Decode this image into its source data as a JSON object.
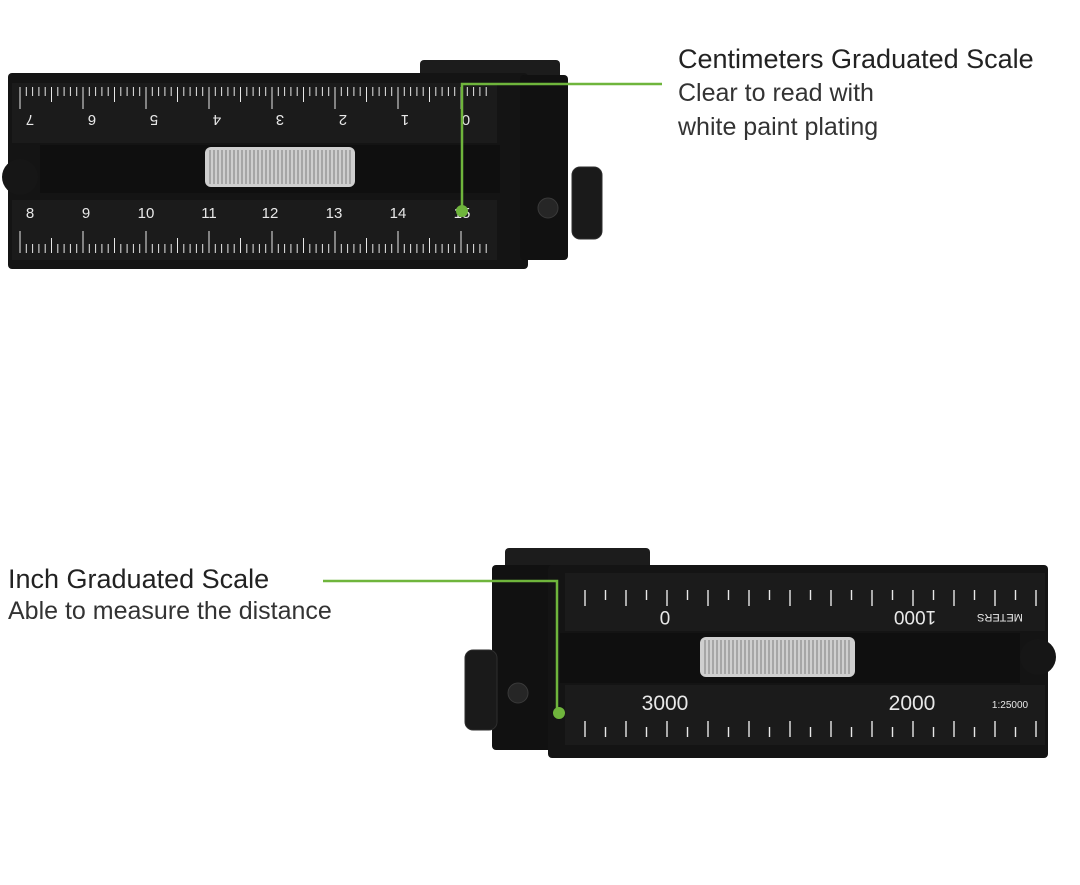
{
  "callouts": {
    "cm": {
      "title": "Centimeters Graduated Scale",
      "lines": [
        "Clear to read with",
        "white paint plating"
      ]
    },
    "inch": {
      "title": "Inch Graduated Scale",
      "lines": [
        "Able to measure the distance"
      ]
    }
  },
  "top_device": {
    "upper_scale_numbers": [
      "7",
      "6",
      "5",
      "4",
      "3",
      "2",
      "1",
      "0"
    ],
    "lower_scale_numbers": [
      "8",
      "9",
      "10",
      "11",
      "12",
      "13",
      "14",
      "15"
    ]
  },
  "bottom_device": {
    "upper_scale_numbers": [
      "0",
      "1000"
    ],
    "upper_unit_label": "METERS",
    "lower_scale_numbers": [
      "3000",
      "2000"
    ],
    "ratio_label": "1:25000"
  },
  "colors": {
    "accent": "#6fb53c",
    "device_body": "#141414",
    "scale_marking": "#e8e8e8",
    "knurl": "#d8d8d8"
  }
}
